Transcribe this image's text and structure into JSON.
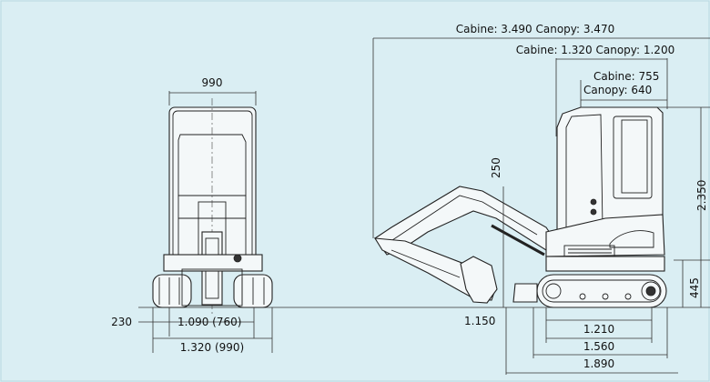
{
  "dimensions": {
    "front_width": "990",
    "ground_offset": "230",
    "front_track_width": "1.090 (760)",
    "front_overall_width": "1.320 (990)",
    "overall_length": "Cabine: 3.490   Canopy: 3.470",
    "rear_to_slew": "Cabine: 1.320   Canopy: 1.200",
    "rear_overhang_cabine": "Cabine: 755",
    "rear_overhang_canopy": "Canopy: 640",
    "boom_height": "250",
    "blade_reach": "1.150",
    "track_center": "1.210",
    "track_length": "1.560",
    "undercarriage_length": "1.890",
    "overall_height": "2.350",
    "ground_clearance": "445"
  },
  "colors": {
    "background": "#daeef3",
    "line": "#333333"
  }
}
